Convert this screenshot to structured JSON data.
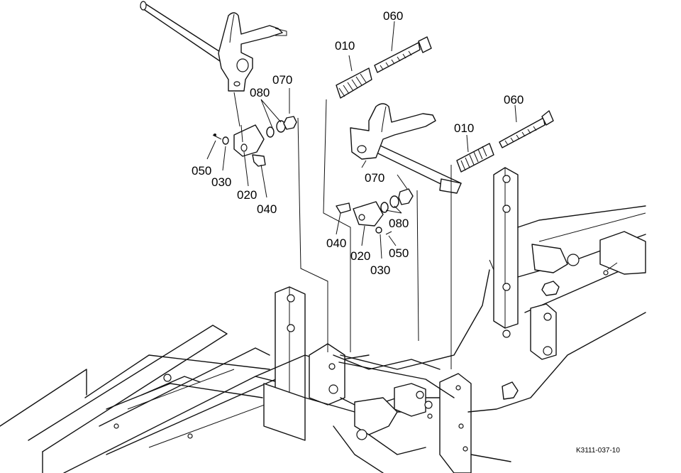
{
  "labels": {
    "l060a": "060",
    "l010a": "010",
    "l070a": "070",
    "l080a": "080",
    "l050a": "050",
    "l030a": "030",
    "l020a": "020",
    "l040a": "040",
    "l060b": "060",
    "l010b": "010",
    "l070b": "070",
    "l080b": "080",
    "l040b": "040",
    "l020b": "020",
    "l030b": "030",
    "l050b": "050"
  },
  "reference_code": "K3111-037-10"
}
